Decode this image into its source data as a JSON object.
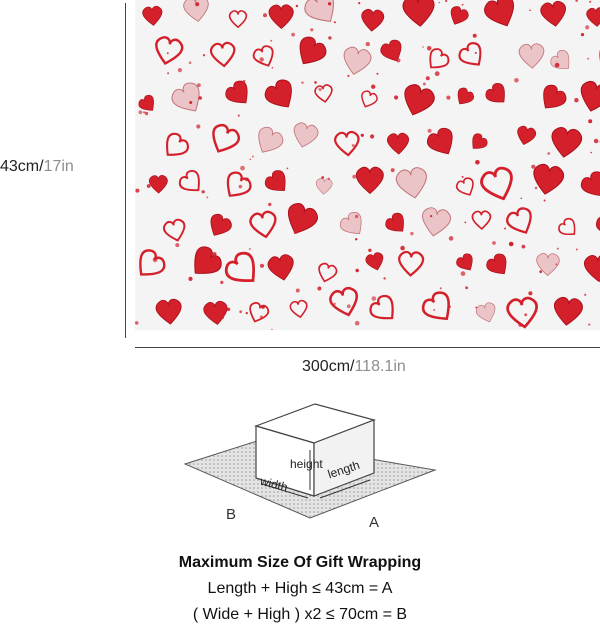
{
  "dimensions": {
    "height_metric": "43cm/",
    "height_imperial": "17in",
    "width_metric": "300cm/",
    "width_imperial": "118.1in"
  },
  "diagram": {
    "label_height": "height",
    "label_width": "width",
    "label_length": "length",
    "label_a": "A",
    "label_b": "B"
  },
  "instructions": {
    "title": "Maximum Size Of Gift Wrapping",
    "formula_a": "Length + High ≤ 43cm = A",
    "formula_b": "( Wide + High ) x2 ≤ 70cm = B"
  },
  "colors": {
    "heart_red": "#d3202b",
    "heart_dark": "#a8111b",
    "paper_bg": "#f4f4f4"
  }
}
